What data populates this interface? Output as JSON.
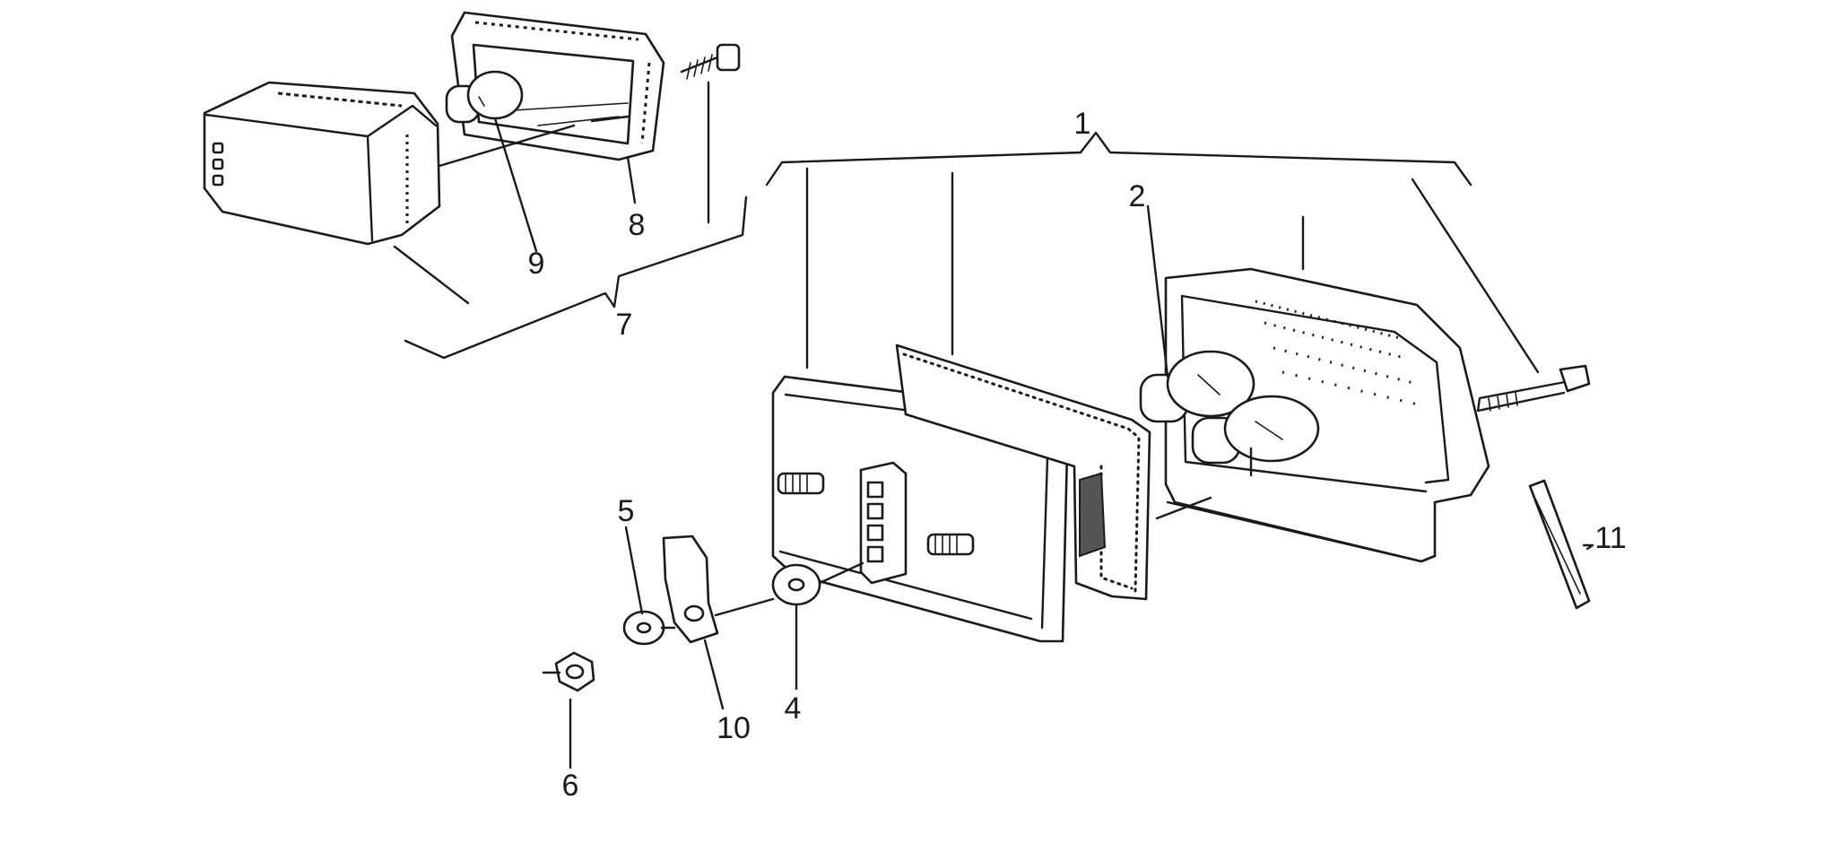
{
  "diagram": {
    "part_numbers": [
      "1",
      "2",
      "4",
      "5",
      "6",
      "7",
      "8",
      "9",
      "10",
      "11"
    ]
  }
}
